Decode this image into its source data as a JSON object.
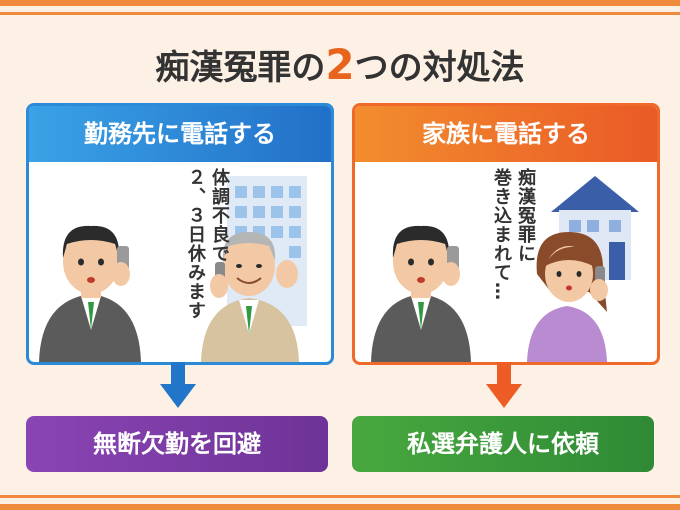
{
  "title": {
    "before": "痴漢冤罪の",
    "number": "2",
    "after": "つの対処法"
  },
  "left_card": {
    "heading": "勤務先に電話する",
    "speech_line1": "体調不良で",
    "speech_line2": "２、３日休みます",
    "result": "無断欠勤を回避"
  },
  "right_card": {
    "heading": "家族に電話する",
    "speech_line1": "痴漢冤罪に",
    "speech_line2": "巻き込まれて…",
    "result": "私選弁護人に依頼"
  },
  "colors": {
    "background": "#fdf1e6",
    "stripe": "#f08a3c",
    "left_border": "#2d8ad6",
    "right_border": "#ef6a2a",
    "left_result": "#7b3fa6",
    "right_result": "#3f9a3a",
    "title_accent": "#e8641c"
  }
}
